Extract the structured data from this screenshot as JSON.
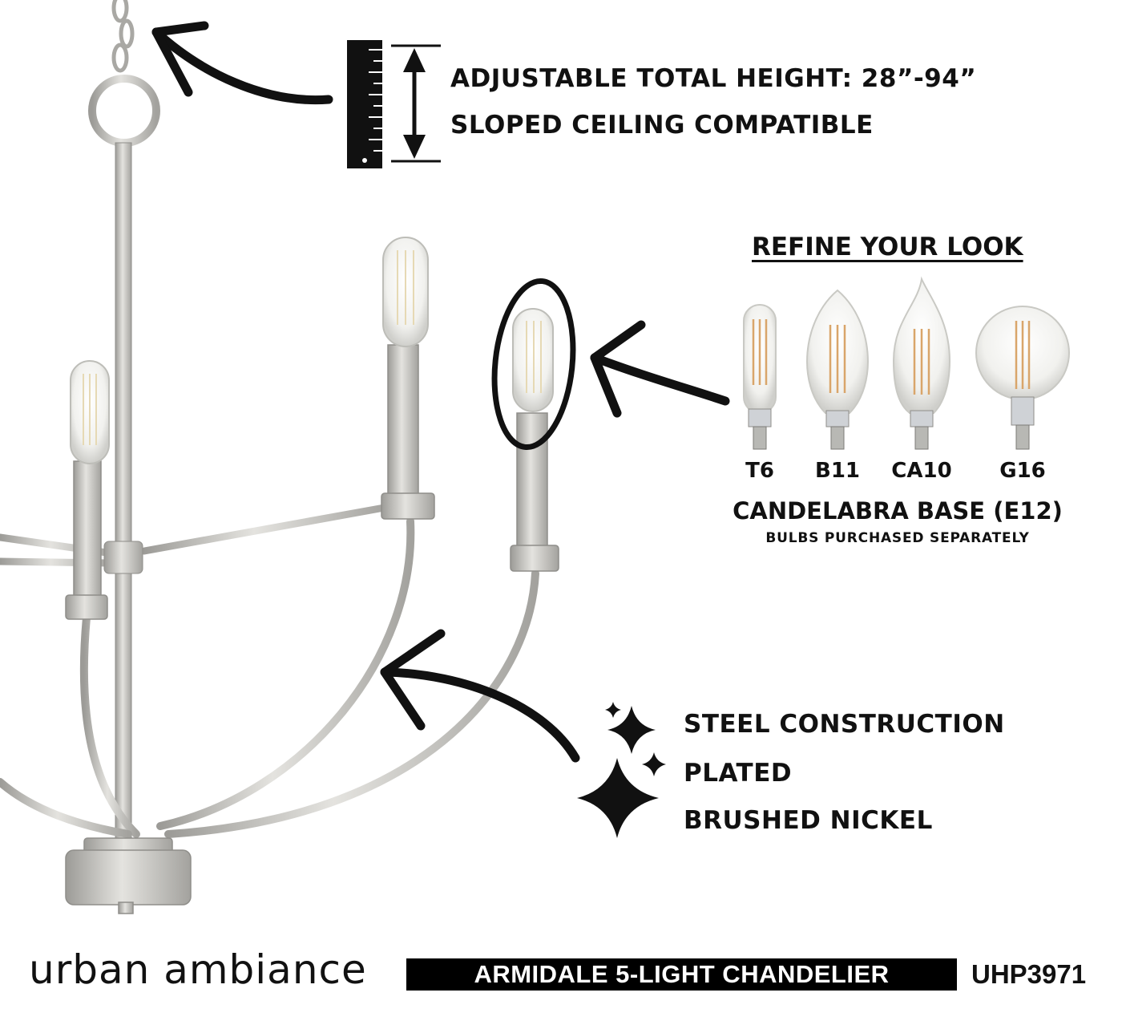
{
  "height_info": {
    "line1": "ADJUSTABLE TOTAL HEIGHT: 28”-94”",
    "line2": "SLOPED CEILING COMPATIBLE",
    "icon": "ruler-height-icon"
  },
  "bulbs": {
    "heading": "REFINE YOUR LOOK",
    "items": [
      {
        "label": "T6",
        "icon": "t6-bulb-icon"
      },
      {
        "label": "B11",
        "icon": "b11-bulb-icon"
      },
      {
        "label": "CA10",
        "icon": "ca10-bulb-icon"
      },
      {
        "label": "G16",
        "icon": "g16-bulb-icon"
      }
    ],
    "base": "CANDELABRA BASE (E12)",
    "note": "BULBS PURCHASED SEPARATELY"
  },
  "features": {
    "lines": [
      "STEEL CONSTRUCTION",
      "PLATED",
      "BRUSHED NICKEL"
    ],
    "icon": "sparkle-icon"
  },
  "footer": {
    "brand": "urban ambiance",
    "product_name": "ARMIDALE 5-LIGHT CHANDELIER",
    "sku": "UHP3971"
  },
  "colors": {
    "metal": "#c9c8c4",
    "metal_dark": "#8f8e8a",
    "ink": "#111111",
    "filament": "#d9a56a"
  }
}
